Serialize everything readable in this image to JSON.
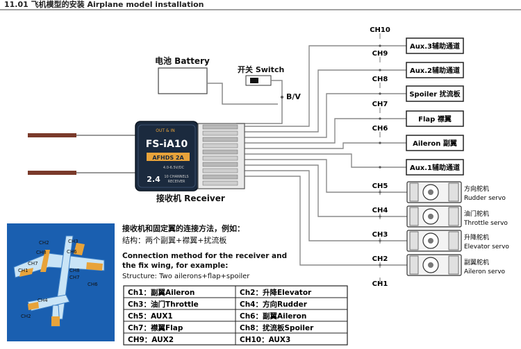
{
  "header": {
    "title": "11.01 飞机模型的安装 Airplane model installation"
  },
  "battery": {
    "label": "电池 Battery"
  },
  "switch": {
    "label": "开关 Switch"
  },
  "bv": {
    "label": "B/V"
  },
  "receiver": {
    "model": "FS-iA10",
    "band": "2.4",
    "brand": "AFHDS 2A",
    "spec1": "4.0-6.5V/DC",
    "spec2": "10 CHANNELS",
    "spec3": "RECEIVER",
    "caption": "接收机 Receiver"
  },
  "channels": [
    "CH10",
    "CH9",
    "CH8",
    "CH7",
    "CH6",
    "CH5",
    "CH4",
    "CH3",
    "CH2",
    "CH1"
  ],
  "devices": [
    {
      "label": "Aux.3辅助通道"
    },
    {
      "label": "Aux.2辅助通道"
    },
    {
      "label": "Spoiler 扰流板"
    },
    {
      "label": "Flap 襟翼"
    },
    {
      "label": "Aileron 副翼"
    },
    {
      "label": "Aux.1辅助通道"
    }
  ],
  "servos": [
    {
      "cn": "方向舵机",
      "en": "Rudder servo"
    },
    {
      "cn": "油门舵机",
      "en": "Throttle servo"
    },
    {
      "cn": "升降舵机",
      "en": "Elevator servo"
    },
    {
      "cn": "副翼舵机",
      "en": "Aileron servo"
    }
  ],
  "instructions": {
    "cn_title": "接收机和固定翼的连接方法，例如：",
    "cn_struct": "结构：两个副翼+襟翼+扰流板",
    "en_title_1": "Connection method for the receiver and",
    "en_title_2": "the fix wing, for example:",
    "en_struct": "Structure: Two ailerons+flap+spoiler"
  },
  "mapping": [
    [
      "Ch1：副翼Aileron",
      "Ch2：升降Elevator"
    ],
    [
      "Ch3：油门Throttle",
      "Ch4：方向Rudder"
    ],
    [
      "Ch5：AUX1",
      "Ch6：副翼Aileron"
    ],
    [
      "Ch7：襟翼Flap",
      "Ch8：扰流板Spoiler"
    ],
    [
      "CH9：AUX2",
      "CH10：AUX3"
    ]
  ],
  "plane_labels": [
    "CH2",
    "CH3",
    "CH8",
    "CH6",
    "CH1",
    "CH7",
    "CH7",
    "CH6",
    "CH8",
    "CH4",
    "CH2"
  ],
  "colors": {
    "wire": "#8a8a8a",
    "accent_orange": "#e8a33a",
    "panel_blue": "#1a5fb0",
    "receiver_dark": "#1b2a3e"
  }
}
